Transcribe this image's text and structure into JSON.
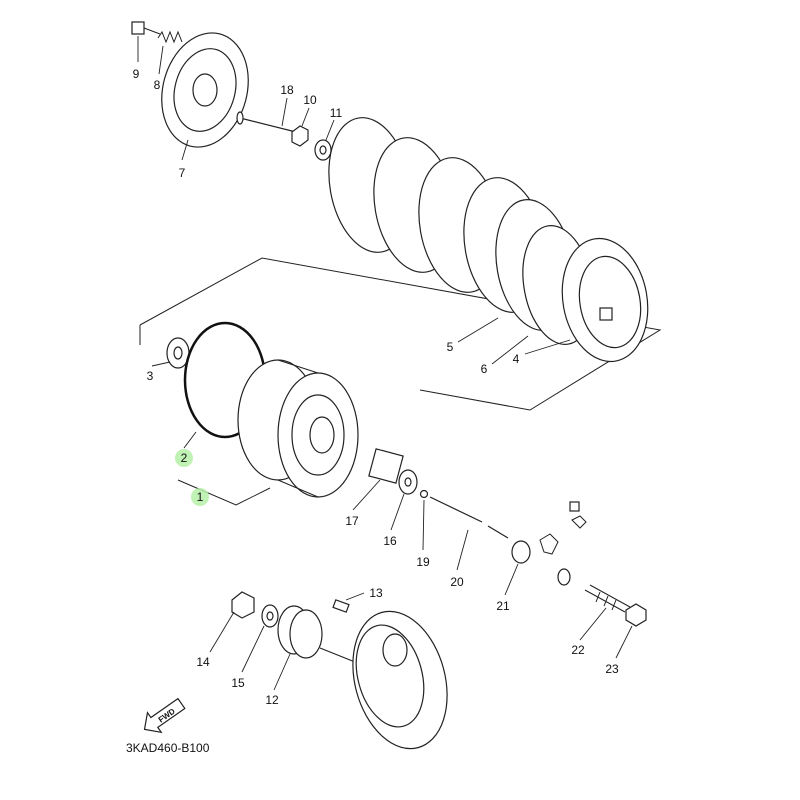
{
  "diagram": {
    "code": "3KAD460-B100",
    "fwd_label": "FWD",
    "highlight_color": "#b6f0a8",
    "labels": {
      "p1": "1",
      "p2": "2",
      "p3": "3",
      "p4": "4",
      "p5": "5",
      "p6": "6",
      "p7": "7",
      "p8": "8",
      "p9": "9",
      "p10": "10",
      "p11": "11",
      "p12": "12",
      "p13": "13",
      "p14": "14",
      "p15": "15",
      "p16": "16",
      "p17": "17",
      "p18": "18",
      "p19": "19",
      "p20": "20",
      "p21": "21",
      "p22": "22",
      "p23": "23"
    },
    "highlighted_parts": [
      "1",
      "2"
    ]
  }
}
